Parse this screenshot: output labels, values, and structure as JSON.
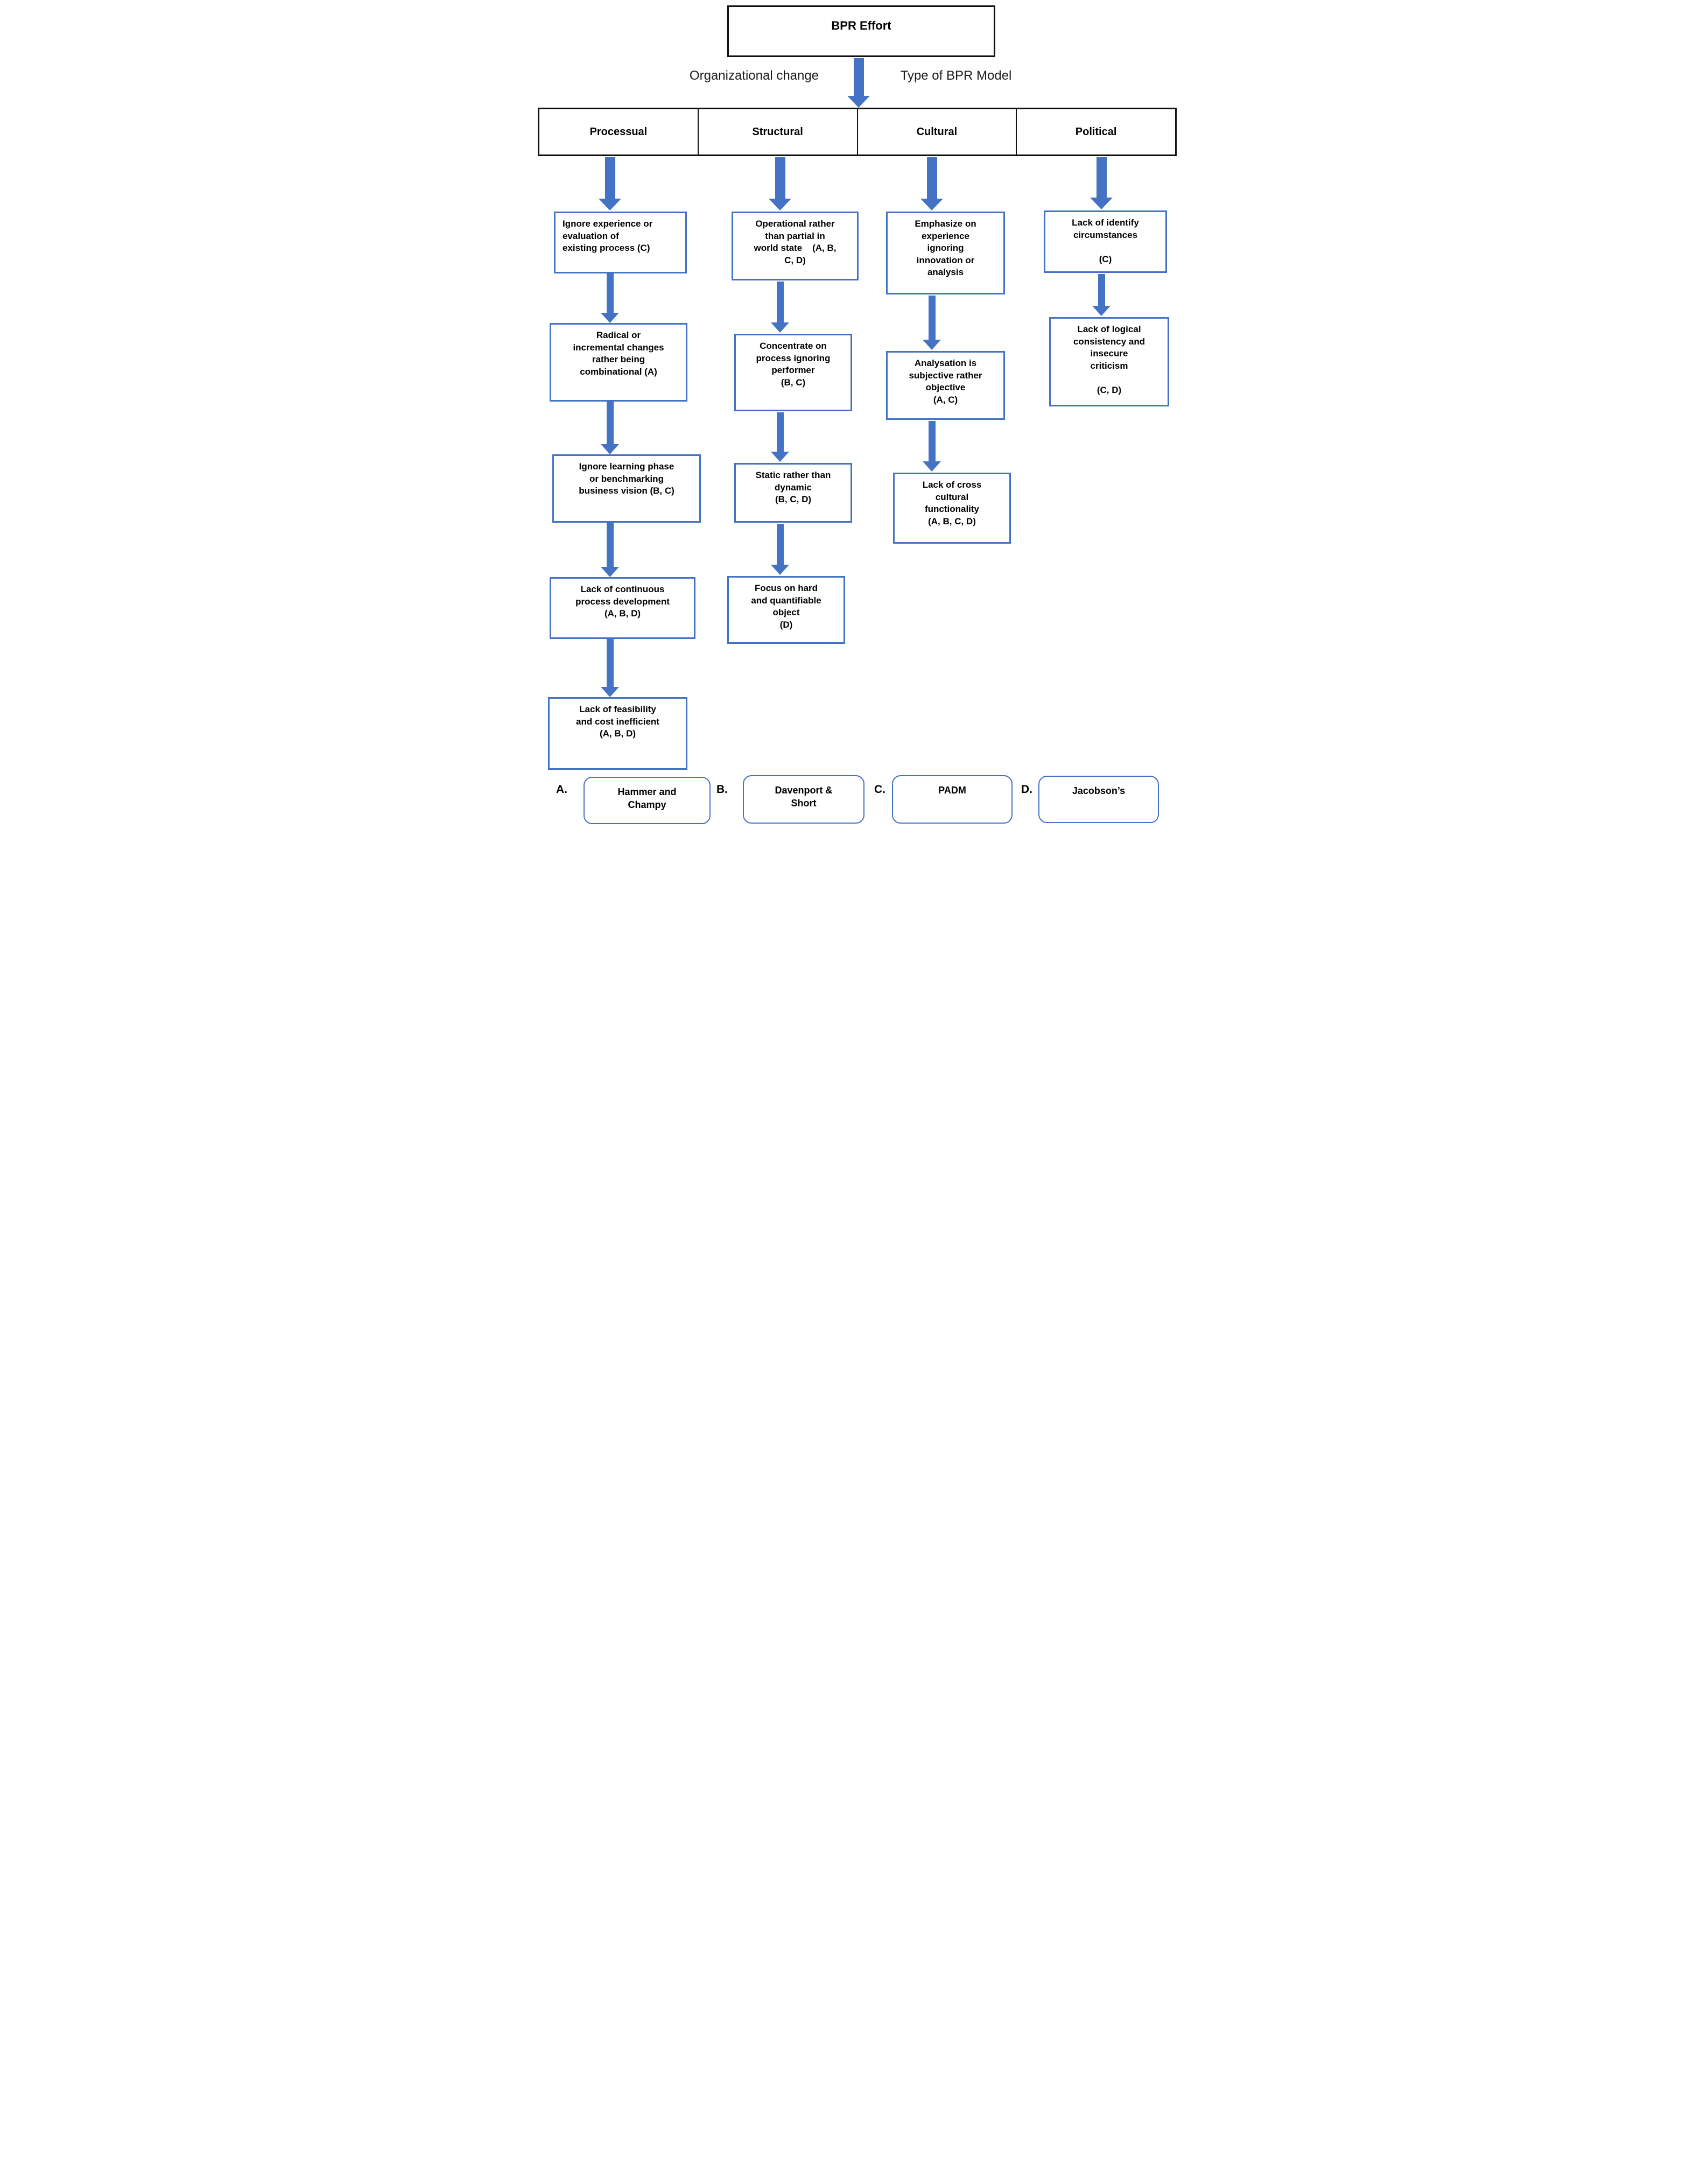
{
  "title": "BPR Effort",
  "left_label": "Organizational change",
  "right_label": "Type of BPR Model",
  "headers": [
    "Processual",
    "Structural",
    "Cultural",
    "Political"
  ],
  "columns": [
    {
      "name": "Processual",
      "boxes": [
        "Ignore experience or\nevaluation of\nexisting process (C)",
        "Radical or\nincremental changes\nrather being\ncombinational (A)",
        "Ignore learning phase\nor benchmarking\nbusiness vision (B, C)",
        "Lack of continuous\nprocess development\n(A, B, D)",
        "Lack of feasibility\nand cost inefficient\n(A, B, D)"
      ]
    },
    {
      "name": "Structural",
      "boxes": [
        "Operational rather\nthan partial in\nworld state    (A, B,\nC, D)",
        "Concentrate on\nprocess ignoring\nperformer\n(B, C)",
        "Static rather than\ndynamic\n(B, C, D)",
        "Focus on hard\nand quantifiable\nobject\n(D)"
      ]
    },
    {
      "name": "Cultural",
      "boxes": [
        "Emphasize on\nexperience\nignoring\ninnovation or\nanalysis",
        "Analysation is\nsubjective rather\nobjective\n(A, C)",
        "Lack of cross\ncultural\nfunctionality\n(A, B, C, D)"
      ]
    },
    {
      "name": "Political",
      "boxes": [
        "Lack of identify\ncircumstances\n\n(C)",
        "Lack of logical\nconsistency and\ninsecure\ncriticism\n\n(C, D)"
      ]
    }
  ],
  "legend": [
    {
      "letter": "A.",
      "label": "Hammer and\nChampy"
    },
    {
      "letter": "B.",
      "label": "Davenport &\nShort"
    },
    {
      "letter": "C.",
      "label": "PADM"
    },
    {
      "letter": "D.",
      "label": "Jacobson’s"
    }
  ],
  "colors": {
    "accent_blue": "#4472C4",
    "box_border_black": "#101010"
  }
}
